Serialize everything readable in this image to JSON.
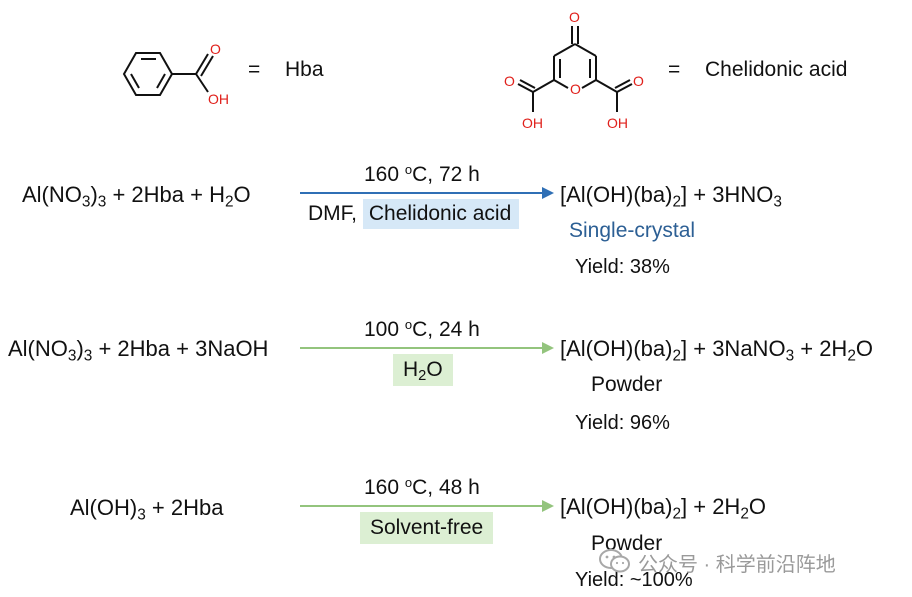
{
  "legend": {
    "hba_eq": "=",
    "hba_name": "Hba",
    "chel_eq": "=",
    "chel_name": "Chelidonic acid",
    "atom_o": "O",
    "atom_oh": "OH"
  },
  "reaction1": {
    "reactants": [
      "Al(NO",
      "3",
      ")",
      "3",
      " + 2Hba + H",
      "2",
      "O"
    ],
    "temp_value": "160 ",
    "temp_unit_sup": "o",
    "temp_rest": "C, 72 h",
    "solvent": "DMF,",
    "additive": "Chelidonic acid",
    "products": [
      "[Al(OH)(ba)",
      "2",
      "] + 3HNO",
      "3"
    ],
    "form": "Single-crystal",
    "yield": "Yield: 38%"
  },
  "reaction2": {
    "reactants": [
      "Al(NO",
      "3",
      ")",
      "3",
      " + 2Hba + 3NaOH"
    ],
    "temp_value": "100 ",
    "temp_unit_sup": "o",
    "temp_rest": "C, 24 h",
    "solvent": [
      "H",
      "2",
      "O"
    ],
    "products": [
      "[Al(OH)(ba)",
      "2",
      "] + 3NaNO",
      "3",
      " + 2H",
      "2",
      "O"
    ],
    "form": "Powder",
    "yield": "Yield: 96%"
  },
  "reaction3": {
    "reactants": [
      "Al(OH)",
      "3",
      " + 2Hba"
    ],
    "temp_value": "160 ",
    "temp_unit_sup": "o",
    "temp_rest": "C, 48 h",
    "solvent": "Solvent-free",
    "products": [
      "[Al(OH)(ba)",
      "2",
      "] + 2H",
      "2",
      "O"
    ],
    "form": "Powder",
    "yield": "Yield: ~100%"
  },
  "watermark": {
    "text": "公众号 · 科学前沿阵地",
    "icon": "wechat-icon"
  },
  "colors": {
    "oxygen": "#e0201b",
    "arrow1": "#2f6fb5",
    "arrow23": "#93c47d",
    "highlight_blue": "#d6e8f7",
    "highlight_green": "#dcefd3",
    "single_crystal": "#2c5f94"
  }
}
